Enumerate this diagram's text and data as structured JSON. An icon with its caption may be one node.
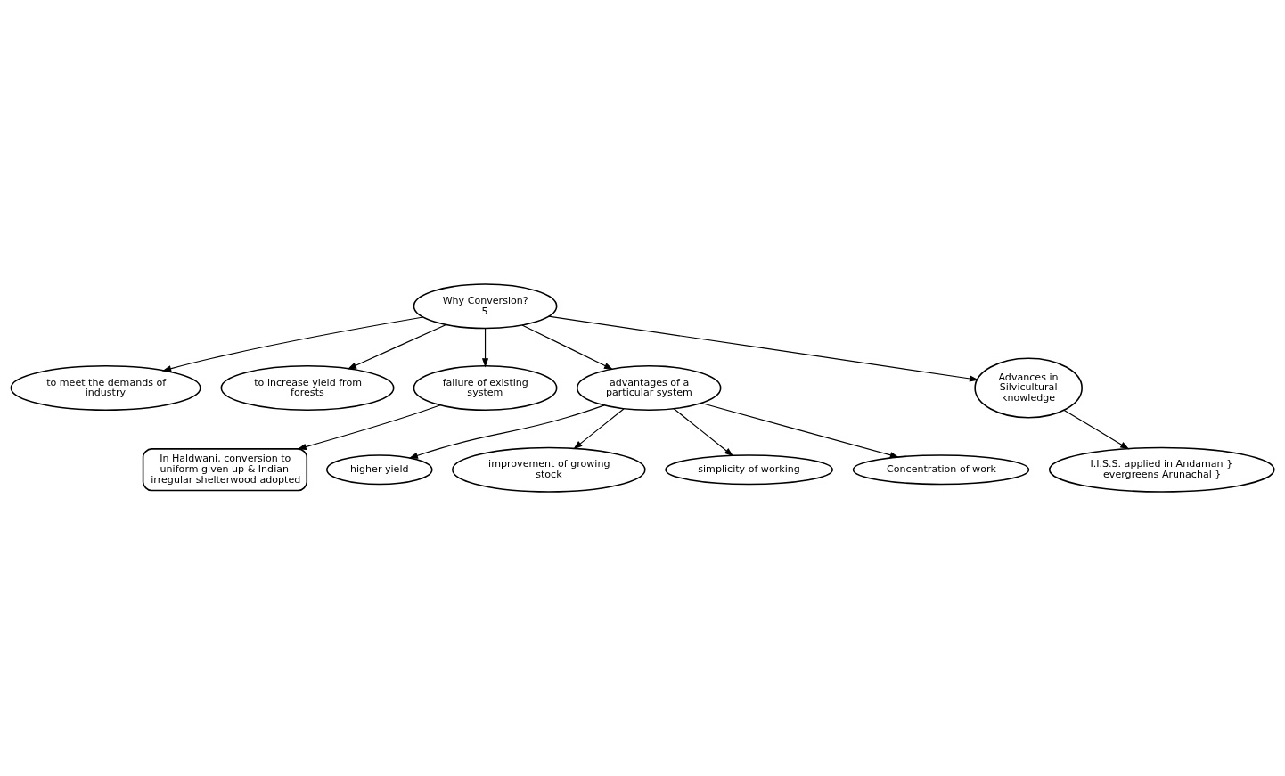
{
  "diagram": {
    "nodes": [
      {
        "text": [
          "In Haldwani, conversion to uniform given up & Indian irregular shelterwood adopted"
        ]
      },
      {
        "text": [
          "to meet the demands of industry"
        ]
      },
      {
        "text": [
          "to increase yield from forests"
        ]
      },
      {
        "text": [
          "failure of existing system"
        ]
      },
      {
        "text": [
          "Why Conversion?",
          "5"
        ]
      },
      {
        "text": [
          "advantages of a particular system"
        ]
      },
      {
        "text": [
          "Advances in Silvicultural knowledge"
        ]
      },
      {
        "text": [
          "higher yield"
        ]
      },
      {
        "text": [
          "improvement of growing stock"
        ]
      },
      {
        "text": [
          "I.I.S.S. applied in Andaman } evergreens Arunachal }"
        ]
      },
      {
        "text": [
          "simplicity of working"
        ]
      },
      {
        "text": [
          "Concentration of work"
        ]
      }
    ],
    "edges": [
      {
        "from": 4,
        "to": 3,
        "arrow": "to"
      },
      {
        "from": 4,
        "to": 1,
        "arrow": "to"
      },
      {
        "from": 4,
        "to": 2,
        "arrow": "to"
      },
      {
        "from": 4,
        "to": 5,
        "arrow": "to"
      },
      {
        "from": 4,
        "to": 6,
        "arrow": "to"
      },
      {
        "from": 3,
        "to": 0,
        "arrow": "to"
      },
      {
        "from": 5,
        "to": 7,
        "arrow": "to"
      },
      {
        "from": 5,
        "to": 10,
        "arrow": "to"
      },
      {
        "from": 5,
        "to": 11,
        "arrow": "to"
      },
      {
        "from": 5,
        "to": 8,
        "arrow": "to"
      },
      {
        "from": 6,
        "to": 9,
        "arrow": "to"
      }
    ]
  }
}
